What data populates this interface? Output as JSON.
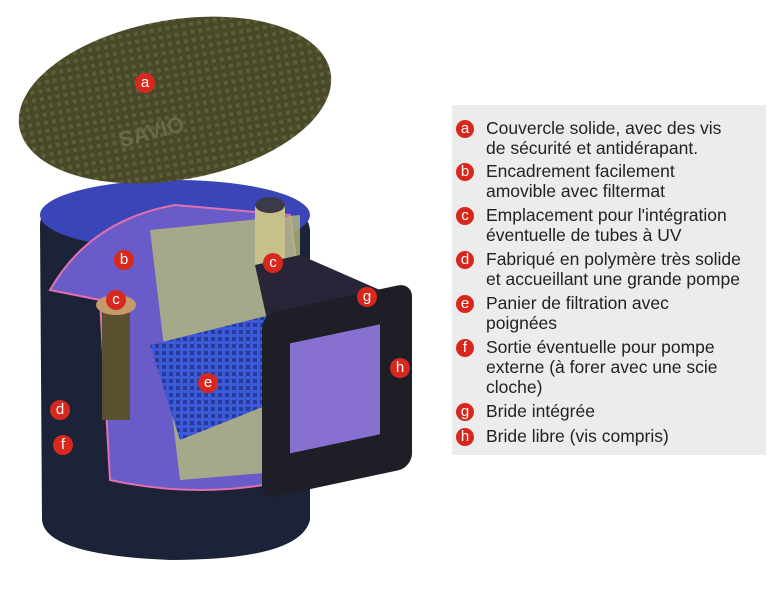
{
  "colors": {
    "marker": "#d8281e",
    "lid": "#4a4a2a",
    "body": "#1c2238",
    "interior": "#6a5cc8",
    "legend_bg": "#ececec"
  },
  "lid_logo": "SAVIO",
  "markers": [
    {
      "letter": "a"
    },
    {
      "letter": "b"
    },
    {
      "letter": "c"
    },
    {
      "letter": "c"
    },
    {
      "letter": "d"
    },
    {
      "letter": "e"
    },
    {
      "letter": "f"
    },
    {
      "letter": "g"
    },
    {
      "letter": "h"
    }
  ],
  "legend": [
    {
      "letter": "a",
      "text": "Couvercle solide, avec des vis\nde sécurité et antidérapant."
    },
    {
      "letter": "b",
      "text": "Encadrement facilement\namovible avec filtermat"
    },
    {
      "letter": "c",
      "text": "Emplacement pour l'intégration\néventuelle de tubes à UV"
    },
    {
      "letter": "d",
      "text": "Fabriqué en polymère très solide\net accueillant une grande pompe"
    },
    {
      "letter": "e",
      "text": "Panier de filtration avec\npoignées"
    },
    {
      "letter": "f",
      "text": "Sortie éventuelle pour pompe\nexterne (à forer avec une scie\ncloche)"
    },
    {
      "letter": "g",
      "text": "Bride intégrée"
    },
    {
      "letter": "h",
      "text": "Bride libre (vis compris)"
    }
  ]
}
